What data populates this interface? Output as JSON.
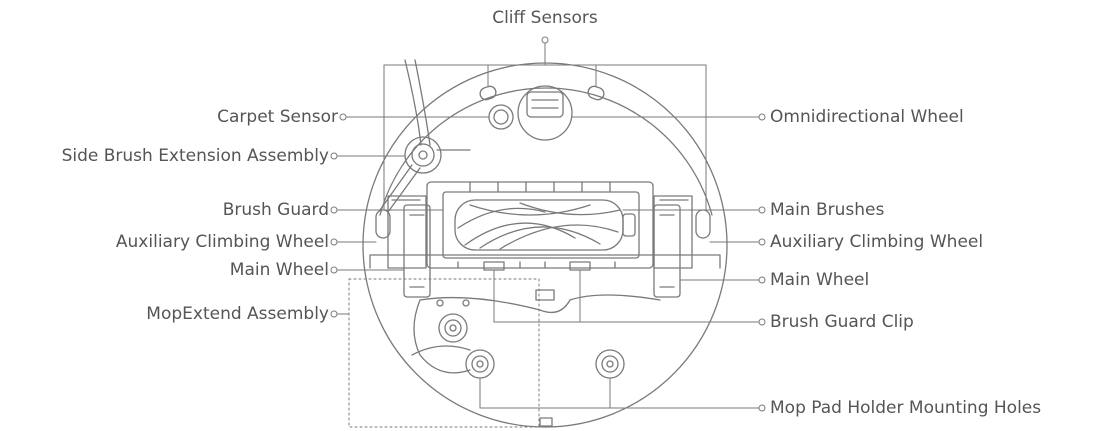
{
  "labels": {
    "cliff_sensors": "Cliff Sensors",
    "carpet_sensor": "Carpet Sensor",
    "side_brush_extension": "Side Brush Extension Assembly",
    "brush_guard": "Brush Guard",
    "aux_wheel_left": "Auxiliary Climbing Wheel",
    "main_wheel_left": "Main Wheel",
    "mopextend": "MopExtend Assembly",
    "omni_wheel": "Omnidirectional Wheel",
    "main_brushes": "Main Brushes",
    "aux_wheel_right": "Auxiliary Climbing Wheel",
    "main_wheel_right": "Main Wheel",
    "brush_guard_clip": "Brush Guard Clip",
    "mop_holes": "Mop Pad Holder Mounting Holes"
  },
  "colors": {
    "line": "#7a7a7a",
    "text": "#555555"
  }
}
